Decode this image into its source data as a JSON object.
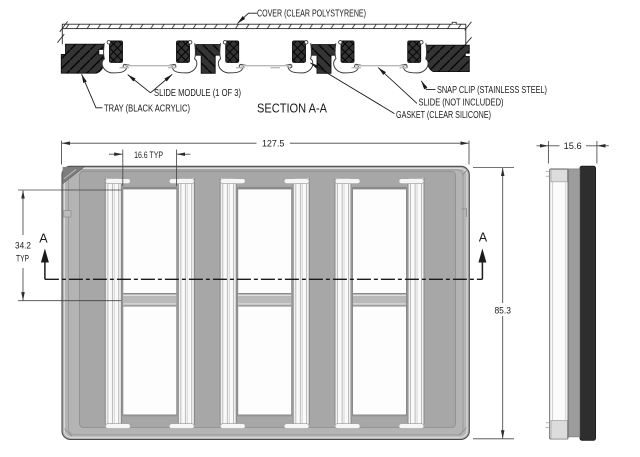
{
  "drawing": {
    "section_title": "SECTION A-A",
    "section_marker": "A",
    "callouts": {
      "cover": "COVER (CLEAR POLYSTYRENE)",
      "slide_module": "SLIDE MODULE (1 OF 3)",
      "tray": "TRAY (BLACK ACRYLIC)",
      "snap_clip": "SNAP CLIP (STAINLESS STEEL)",
      "slide": "SLIDE (NOT INCLUDED)",
      "gasket": "GASKET (CLEAR SILICONE)"
    },
    "dimensions": {
      "overall_width": "127.5",
      "slot_width": "16.6 TYP",
      "slot_half_height": "34.2",
      "slot_half_height_suffix": "TYP",
      "overall_height": "85.3",
      "overall_thickness": "15.6"
    },
    "colors": {
      "line": "#1b1b1b",
      "dim_line": "#3c3c3c",
      "section_fill": "#383838",
      "tray_rim": "#b4b4b4",
      "tray_floor": "#a7a7a7",
      "corner_shadow": "#7d7d7d",
      "window_white": "#fdfdfd",
      "side_dark": "#2e2e2e",
      "side_gray": "#9c9c9c",
      "slide_phantom": "#b9b9b9"
    }
  }
}
